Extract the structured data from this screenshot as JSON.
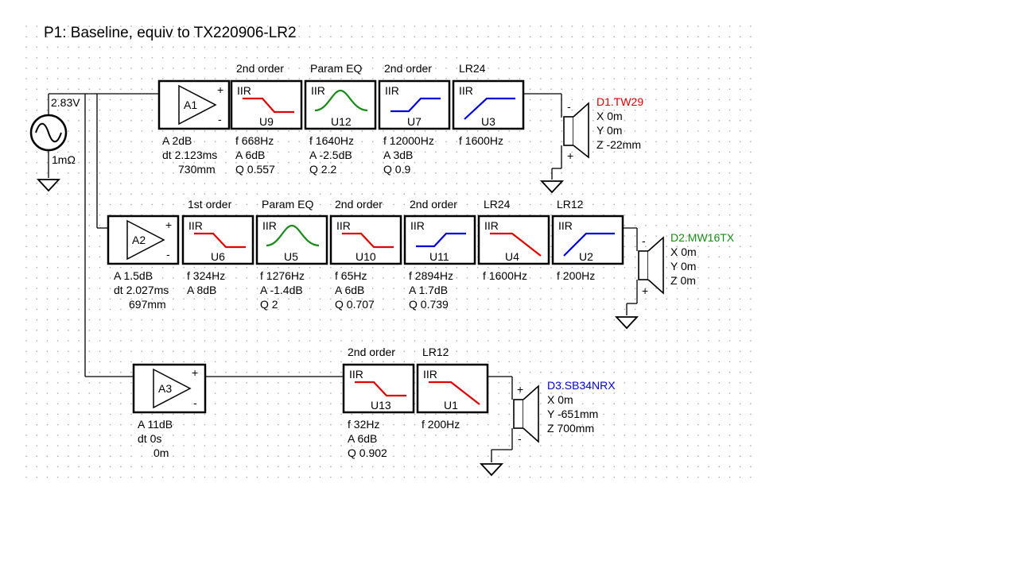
{
  "title": "P1:  Baseline, equiv to TX220906-LR2",
  "source": {
    "voltage": "2.83V",
    "impedance": "1mΩ"
  },
  "channels": [
    {
      "amp": {
        "ref": "A1",
        "params": [
          "A  2dB",
          "dt 2.123ms",
          "730mm"
        ]
      },
      "filters": [
        {
          "header": "2nd order",
          "type": "IIR",
          "ref": "U9",
          "curve": "lowpass",
          "color": "#e00000",
          "params": [
            "f  668Hz",
            "A  6dB",
            "Q  0.557"
          ]
        },
        {
          "header": "Param EQ",
          "type": "IIR",
          "ref": "U12",
          "curve": "peak",
          "color": "#1a8a1a",
          "params": [
            "f  1640Hz",
            "A  -2.5dB",
            "Q  2.2"
          ]
        },
        {
          "header": "2nd order",
          "type": "IIR",
          "ref": "U7",
          "curve": "highpass",
          "color": "#0000e0",
          "params": [
            "f  12000Hz",
            "A  3dB",
            "Q  0.9"
          ]
        },
        {
          "header": "LR24",
          "type": "IIR",
          "ref": "U3",
          "curve": "highpass_long",
          "color": "#0000e0",
          "params": [
            "f  1600Hz"
          ]
        }
      ],
      "driver": {
        "name": "D1.TW29",
        "color": "#e00000",
        "coords": [
          "X  0m",
          "Y  0m",
          "Z  -22mm"
        ],
        "polarity": "reversed"
      }
    },
    {
      "amp": {
        "ref": "A2",
        "params": [
          "A  1.5dB",
          "dt 2.027ms",
          "697mm"
        ]
      },
      "filters": [
        {
          "header": "1st order",
          "type": "IIR",
          "ref": "U6",
          "curve": "lowpass",
          "color": "#e00000",
          "params": [
            "f  324Hz",
            "A  8dB"
          ]
        },
        {
          "header": "Param EQ",
          "type": "IIR",
          "ref": "U5",
          "curve": "peak",
          "color": "#1a8a1a",
          "params": [
            "f  1276Hz",
            "A  -1.4dB",
            "Q  2"
          ]
        },
        {
          "header": "2nd order",
          "type": "IIR",
          "ref": "U10",
          "curve": "lowpass",
          "color": "#e00000",
          "params": [
            "f  65Hz",
            "A  6dB",
            "Q  0.707"
          ]
        },
        {
          "header": "2nd order",
          "type": "IIR",
          "ref": "U11",
          "curve": "highpass",
          "color": "#0000e0",
          "params": [
            "f  2894Hz",
            "A  1.7dB",
            "Q  0.739"
          ]
        },
        {
          "header": "LR24",
          "type": "IIR",
          "ref": "U4",
          "curve": "lowpass_long",
          "color": "#e00000",
          "params": [
            "f  1600Hz"
          ]
        },
        {
          "header": "LR12",
          "type": "IIR",
          "ref": "U2",
          "curve": "highpass_long",
          "color": "#0000e0",
          "params": [
            "f  200Hz"
          ]
        }
      ],
      "driver": {
        "name": "D2.MW16TX",
        "color": "#1a8a1a",
        "coords": [
          "X  0m",
          "Y  0m",
          "Z  0m"
        ],
        "polarity": "reversed"
      }
    },
    {
      "amp": {
        "ref": "A3",
        "params": [
          "A  11dB",
          "dt 0s",
          "0m"
        ]
      },
      "filters": [
        {
          "header": "2nd order",
          "type": "IIR",
          "ref": "U13",
          "curve": "lowpass",
          "color": "#e00000",
          "params": [
            "f  32Hz",
            "A  6dB",
            "Q  0.902"
          ]
        },
        {
          "header": "LR12",
          "type": "IIR",
          "ref": "U1",
          "curve": "lowpass_long",
          "color": "#e00000",
          "params": [
            "f  200Hz"
          ]
        }
      ],
      "driver": {
        "name": "D3.SB34NRX",
        "color": "#0000e0",
        "coords": [
          "X  0m",
          "Y  -651mm",
          "Z  700mm"
        ],
        "polarity": "normal"
      }
    }
  ]
}
